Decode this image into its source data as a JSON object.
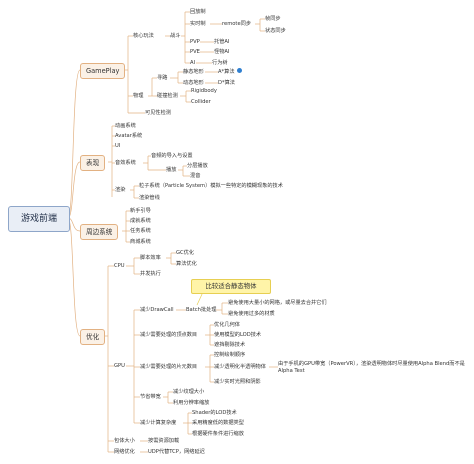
{
  "root": {
    "label": "游戏前端"
  },
  "branches": {
    "gameplay": {
      "label": "GamePlay",
      "core_mechanics": "核心玩法",
      "combat": "战斗",
      "replay": "回放制",
      "realtime": "实时制",
      "remote_sync": "remote同步",
      "frame_sync": "帧同步",
      "state_sync": "状态同步",
      "pvp": "PVP",
      "anti_cheat_ai": "托管AI",
      "pve": "PVE",
      "enemy_ai": "怪物AI",
      "ai": "AI",
      "behavior_tree": "行为树",
      "physics": "物理",
      "pathfinding": "寻路",
      "static_pathfinding": "静态地形",
      "astar": "A*算法",
      "dynamic_pathfinding": "动态地形",
      "dstar": "D*算法",
      "collision": "碰撞检测",
      "rigidbody": "Rigidbody",
      "collider": "Collider",
      "visibility": "可见性检测"
    },
    "presentation": {
      "label": "表现",
      "animation": "动画系统",
      "avatar": "Avatar系统",
      "ui": "UI",
      "audio": "音效系统",
      "audio_import": "音频的导入与设置",
      "playback": "播放",
      "layered_playback": "分层播放",
      "mixing": "混音",
      "rendering": "渲染",
      "particle": "粒子系统（Particle System）模拟一些特定的模糊现象的技术",
      "post_processing": "渲染管线"
    },
    "peripheral": {
      "label": "周边系统",
      "social": "新手引导",
      "achievement": "成就系统",
      "mission": "任务系统",
      "shop": "商城系统"
    },
    "optimization": {
      "label": "优化",
      "cpu": "CPU",
      "script_efficiency": "脚本效率",
      "gc": "GC优化",
      "algorithm": "算法优化",
      "concurrency": "并发执行",
      "callout": "比较适合静态物体",
      "gpu": "GPU",
      "reduce_drawcall": "减少DrawCall",
      "batch": "Batch批处理",
      "batch_1": "避免使用大量小的网格，或尽量去合并它们",
      "batch_2": "避免使用过多的材质",
      "reduce_vertices": "减少需要处理的顶点数目",
      "optimize_geometry": "优化几何体",
      "lod": "使用模型的LOD技术",
      "occlusion": "遮挡剔除技术",
      "reduce_fragments": "减少需要处理的片元数目",
      "overdraw": "控制绘制顺序",
      "transparent": "减少透明化半透明物体",
      "transparent_note_1": "由于手机的GPU带宽（PowerVR），渲染透明物体时尽量使用Alpha Blend而不是",
      "transparent_note_2": "Alpha Test",
      "realtime_light": "减少实时光照和阴影",
      "save_bandwidth": "节省带宽",
      "texture_size": "减少纹理大小",
      "mipmap": "利用分辨率缩放",
      "reduce_complexity": "减少计算复杂度",
      "shader_lod": "Shader的LOD技术",
      "precision": "采用精度低的数据类型",
      "hardware": "根据硬件条件进行缩放",
      "package_size": "包体大小",
      "load_on_demand": "按需资源加载",
      "network": "网络优化",
      "udp": "UDP代替TCP，网络延迟"
    }
  },
  "colors": {
    "root_fill": "#e9eef6",
    "branch_fill": "#fbf1e6",
    "branch_border": "#e2b182",
    "line": "#e2b182",
    "callout_fill": "#fff4a8",
    "icon": "#2f7fd0"
  },
  "icons": [
    "info-dot-icon"
  ]
}
